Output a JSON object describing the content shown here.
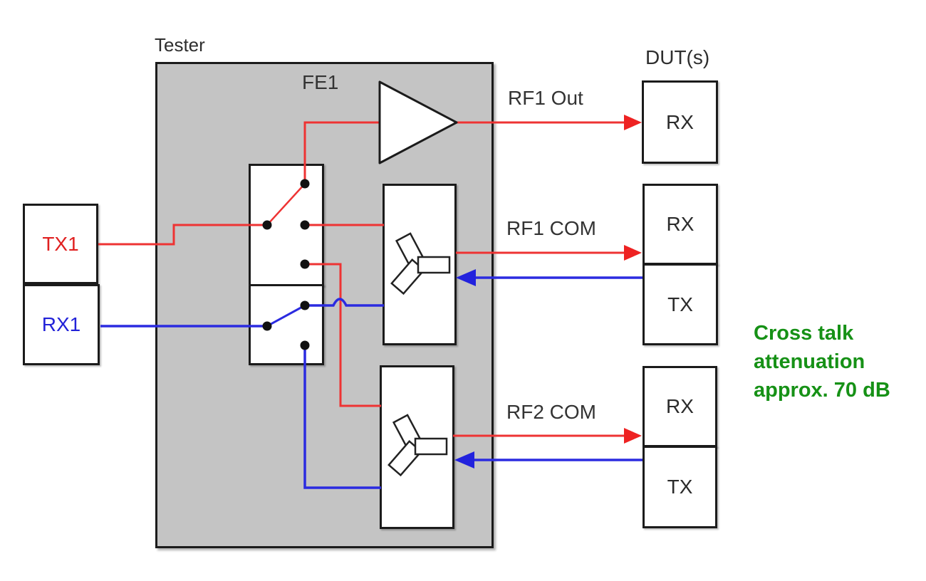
{
  "colors": {
    "wire_red": "#ee3333",
    "arrow_red": "#ee2222",
    "wire_blue": "#2b2be0",
    "arrow_blue": "#2222dd",
    "note_green": "#169116",
    "tester_fill": "#c4c4c4",
    "box_border": "#1b1b1b",
    "tx_label_red": "#e02020",
    "rx_label_blue": "#2222d8",
    "label_dark": "#333333"
  },
  "tester": {
    "label": "Tester",
    "fe_label": "FE1"
  },
  "left_ports": {
    "tx_label": "TX1",
    "rx_label": "RX1"
  },
  "dut": {
    "title": "DUT(s)",
    "units": [
      {
        "rx": "RX"
      },
      {
        "rx": "RX",
        "tx": "TX"
      },
      {
        "rx": "RX",
        "tx": "TX"
      }
    ]
  },
  "signal_labels": {
    "rf1_out": "RF1 Out",
    "rf1_com": "RF1 COM",
    "rf2_com": "RF2 COM"
  },
  "note": {
    "line1": "Cross talk",
    "line2": "attenuation",
    "line3": "approx. 70 dB"
  },
  "icons": {
    "amplifier": "right-pointing-triangle",
    "circulator": "three-blade-y-symbol",
    "switch_contact": "black-dot"
  }
}
